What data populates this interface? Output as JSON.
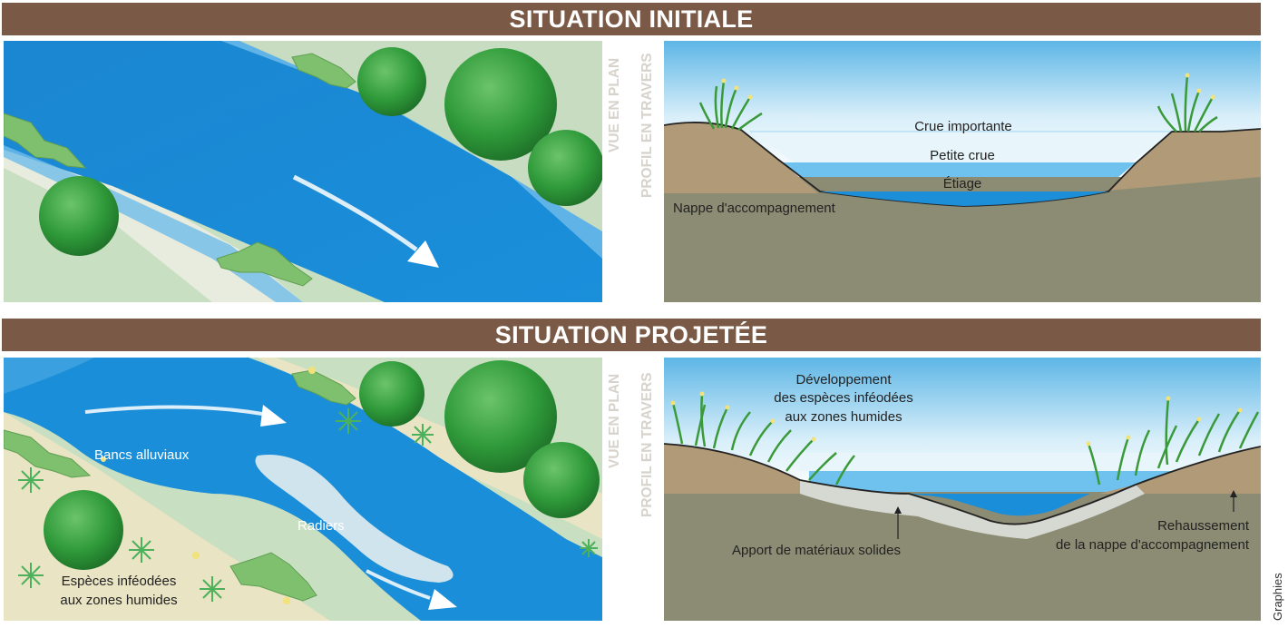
{
  "sections": {
    "initial": {
      "title": "SITUATION INITIALE",
      "plan_label": "VUE EN PLAN",
      "profile_label": "PROFIL EN TRAVERS",
      "profile_labels": {
        "crue_importante": "Crue importante",
        "petite_crue": "Petite crue",
        "etiage": "Étiage",
        "nappe": "Nappe d'accompagnement"
      }
    },
    "projected": {
      "title": "SITUATION PROJETÉE",
      "plan_label": "VUE EN PLAN",
      "profile_label": "PROFIL EN TRAVERS",
      "plan_labels": {
        "bancs": "Bancs alluviaux",
        "radiers": "Radiers",
        "especes_line1": "Espèces inféodées",
        "especes_line2": "aux zones humides"
      },
      "profile_labels": {
        "dev_line1": "Développement",
        "dev_line2": "des espèces inféodées",
        "dev_line3": "aux zones humides",
        "apport": "Apport de matériaux solides",
        "rehaus_line1": "Rehaussement",
        "rehaus_line2": "de la nappe d'accompagnement"
      }
    }
  },
  "credit": "Graphies",
  "colors": {
    "banner": "#7a5a46",
    "water": "#1f8fd6",
    "bank_soil": "#b09a78",
    "ground": "#8c8c74",
    "grass": "#c9dfc2",
    "sand": "#e9e4c4",
    "tree": "#2f9a3a"
  }
}
